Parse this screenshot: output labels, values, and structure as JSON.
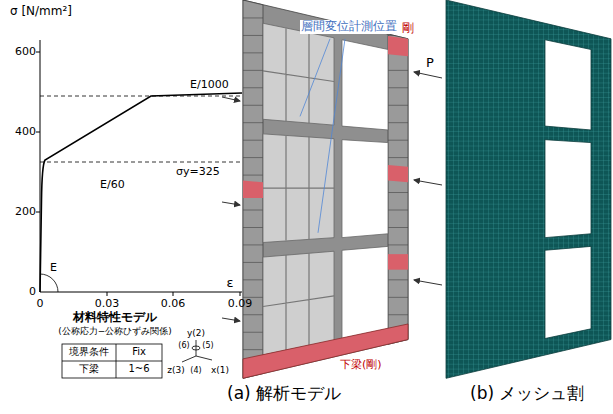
{
  "diagram": {
    "labels": [
      "σ [N/mm²]",
      "600",
      "400",
      "200",
      "0",
      "0",
      "0.03",
      "0.06",
      "0.09",
      "ε",
      "E/1000",
      "E/60",
      "σy=325",
      "E",
      "材料特性モデル",
      "(公称応力−公称ひずみ関係)",
      "境界条件",
      "Fix",
      "下梁",
      "1~6",
      "y(2)",
      "(6)",
      "(5)",
      "z(3)",
      "(4)",
      "x(1)",
      "層間変位計測位置",
      "剛",
      "P",
      "下梁(剛)",
      "(a) 解析モデル",
      "(b) メッシュ割"
    ]
  }
}
